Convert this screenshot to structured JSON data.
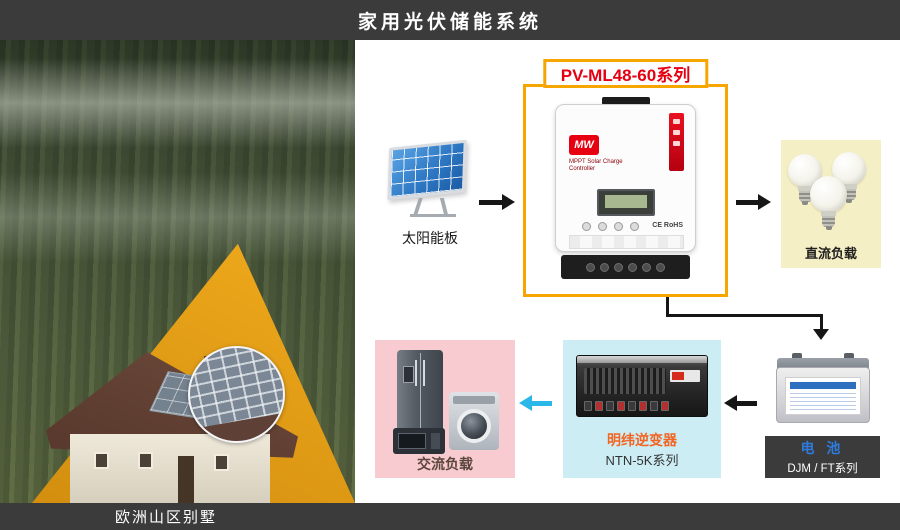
{
  "header": {
    "title": "家用光伏储能系统"
  },
  "footer": {
    "caption": "欧洲山区别墅"
  },
  "flow": {
    "solar": {
      "label": "太阳能板"
    },
    "controller": {
      "title": "PV-ML48-60系列",
      "logo": "MW",
      "product": "MPPT Solar Charge Controller",
      "cert": "CE RoHS"
    },
    "dc_load": {
      "label": "直流负载"
    },
    "battery": {
      "name": "电 池",
      "series": "DJM / FT系列"
    },
    "inverter": {
      "name": "明纬逆变器",
      "series": "NTN-5K系列"
    },
    "ac_load": {
      "label": "交流负载"
    }
  },
  "colors": {
    "bar_background": "#3b3b3b",
    "accent_yellow": "#f7a600",
    "series_red": "#e60012",
    "dc_load_background": "#f5efc5",
    "ac_load_background": "#f7cbd0",
    "inverter_background": "#cdedf5",
    "battery_name_blue": "#2f7bdc",
    "inverter_name_orange": "#f26522",
    "cyan_arrow": "#29b8e8",
    "gold_overlay": "#eaa51a"
  }
}
